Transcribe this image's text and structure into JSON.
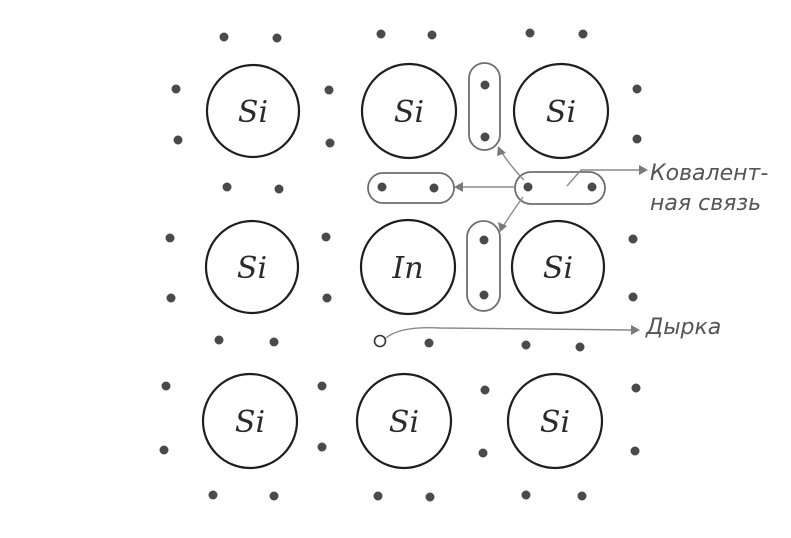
{
  "atoms": [
    {
      "id": "r1c1",
      "label": "Si"
    },
    {
      "id": "r1c2",
      "label": "Si"
    },
    {
      "id": "r1c3",
      "label": "Si"
    },
    {
      "id": "r2c1",
      "label": "Si"
    },
    {
      "id": "r2c2",
      "label": "In"
    },
    {
      "id": "r2c3",
      "label": "Si"
    },
    {
      "id": "r3c1",
      "label": "Si"
    },
    {
      "id": "r3c2",
      "label": "Si"
    },
    {
      "id": "r3c3",
      "label": "Si"
    }
  ],
  "labels": {
    "covalent_bond_line1": "Ковалент-",
    "covalent_bond_line2": "ная связь",
    "hole": "Дырка"
  },
  "colors": {
    "atom_outline": "#1e1e1e",
    "electron": "#4a4a4a",
    "bond_outline": "#6e6e6e",
    "annotation": "#555555"
  }
}
